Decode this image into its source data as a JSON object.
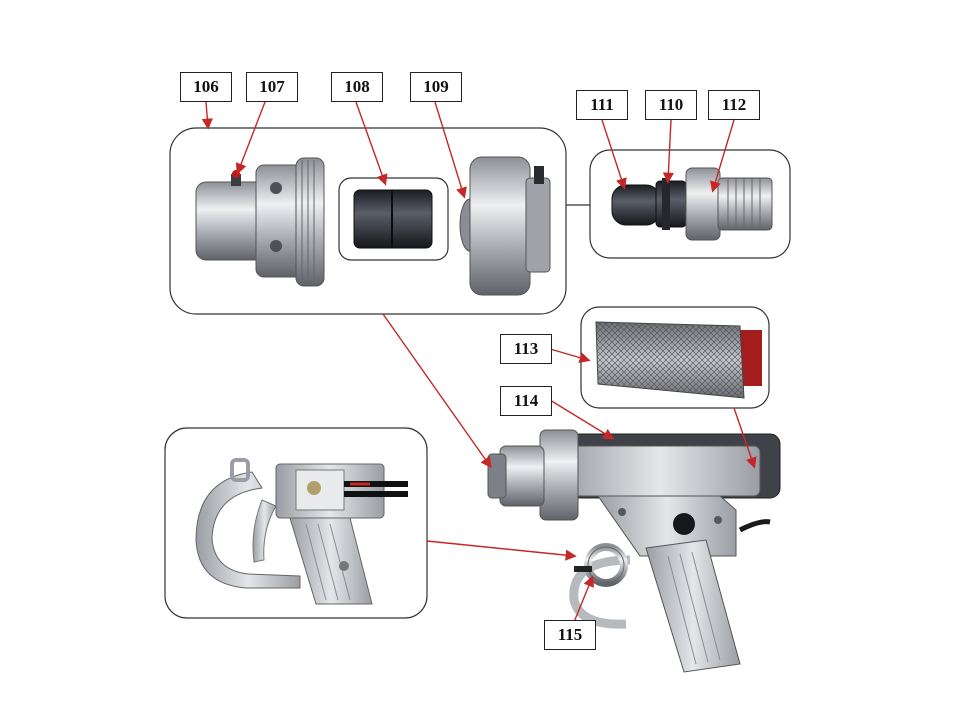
{
  "labels": {
    "p106": "106",
    "p107": "107",
    "p108": "108",
    "p109": "109",
    "p110": "110",
    "p111": "111",
    "p112": "112",
    "p113": "113",
    "p114": "114",
    "p115": "115"
  },
  "colors": {
    "leader": "#c62828",
    "outline": "#333333",
    "metal": "#b9bcc1",
    "dark_part": "#2a2d33",
    "aluminium": "#c9cbcf"
  },
  "icons": [
    "exploded-parts-diagram"
  ]
}
